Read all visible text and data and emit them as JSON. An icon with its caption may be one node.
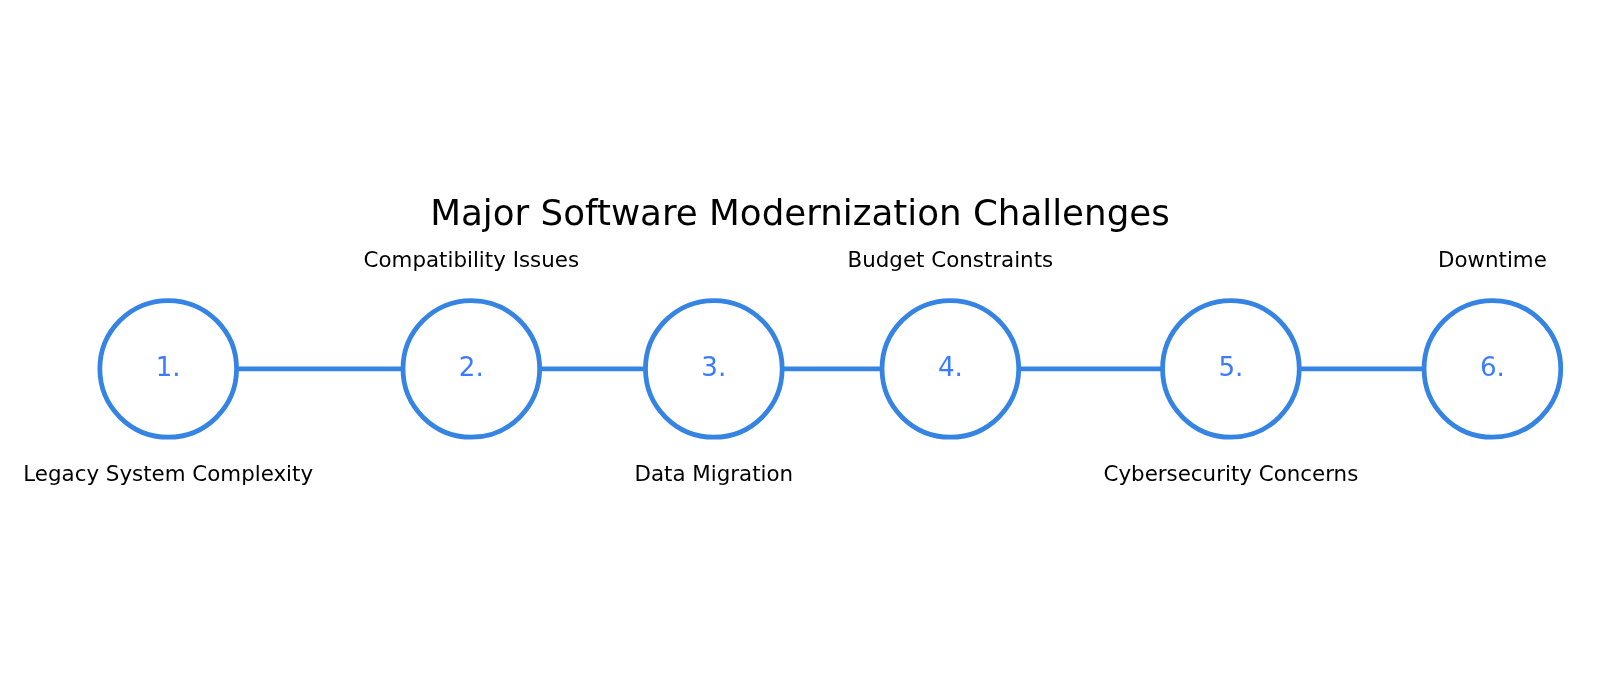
{
  "diagram": {
    "title": "Major Software Modernization Challenges",
    "nodes": [
      {
        "text": [
          "1."
        ],
        "beside": [
          "Legacy System Complexity"
        ]
      },
      {
        "text": [
          "2."
        ],
        "beside": [
          "Compatibility Issues"
        ]
      },
      {
        "text": [
          "3."
        ],
        "beside": [
          "Data Migration"
        ]
      },
      {
        "text": [
          "4."
        ],
        "beside": [
          "Budget Constraints"
        ]
      },
      {
        "text": [
          "5."
        ],
        "beside": [
          "Cybersecurity Concerns"
        ]
      },
      {
        "text": [
          "6."
        ],
        "beside": [
          "Downtime"
        ]
      }
    ],
    "edges": [
      {
        "from": 0,
        "to": 1,
        "arrow": "none"
      },
      {
        "from": 1,
        "to": 2,
        "arrow": "none"
      },
      {
        "from": 2,
        "to": 3,
        "arrow": "none"
      },
      {
        "from": 3,
        "to": 4,
        "arrow": "none"
      },
      {
        "from": 4,
        "to": 5,
        "arrow": "none"
      }
    ]
  }
}
